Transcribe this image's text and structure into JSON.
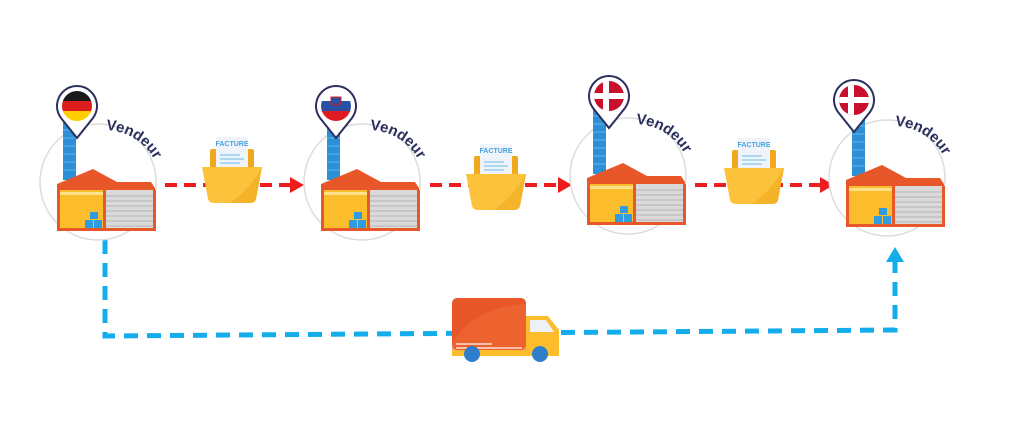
{
  "diagram": {
    "nodes": [
      {
        "id": "node-1",
        "label": "Vendeur",
        "flag": "germany",
        "flag_colors": [
          "#1a1a1a",
          "#dd1c1c",
          "#ffce00"
        ]
      },
      {
        "id": "node-2",
        "label": "Vendeur",
        "flag": "slovenia",
        "flag_colors": [
          "#ffffff",
          "#2b4fa3",
          "#e11b22"
        ]
      },
      {
        "id": "node-3",
        "label": "Vendeur",
        "flag": "denmark",
        "flag_colors": [
          "#c8102e",
          "#ffffff"
        ]
      },
      {
        "id": "node-4",
        "label": "Vendeur",
        "flag": "denmark",
        "flag_colors": [
          "#c8102e",
          "#ffffff"
        ]
      }
    ],
    "invoices": [
      {
        "label": "FACTURE"
      },
      {
        "label": "FACTURE"
      },
      {
        "label": "FACTURE"
      }
    ],
    "edges": [
      {
        "from": "node-1",
        "to": "node-2",
        "type": "invoice",
        "style": "dashed-arrow",
        "color": "#ee1c1c"
      },
      {
        "from": "node-2",
        "to": "node-3",
        "type": "invoice",
        "style": "dashed-arrow",
        "color": "#ee1c1c"
      },
      {
        "from": "node-3",
        "to": "node-4",
        "type": "invoice",
        "style": "dashed-arrow",
        "color": "#ee1c1c"
      },
      {
        "from": "node-1",
        "to": "node-4",
        "type": "delivery",
        "style": "dashed-arrow",
        "color": "#14adec",
        "via": "truck"
      }
    ],
    "colors": {
      "label_text": "#2a2f5e",
      "pin_outline": "#2a2f5e",
      "factory_roof": "#e8572a",
      "factory_wall": "#fcbd2d",
      "chimney": "#2d8fd5",
      "boxes": "#2f9be0",
      "folder": "#fcc23b",
      "truck_body": "#e8572a",
      "truck_cab": "#fcbd2d",
      "wheels": "#2f7ecb"
    }
  }
}
